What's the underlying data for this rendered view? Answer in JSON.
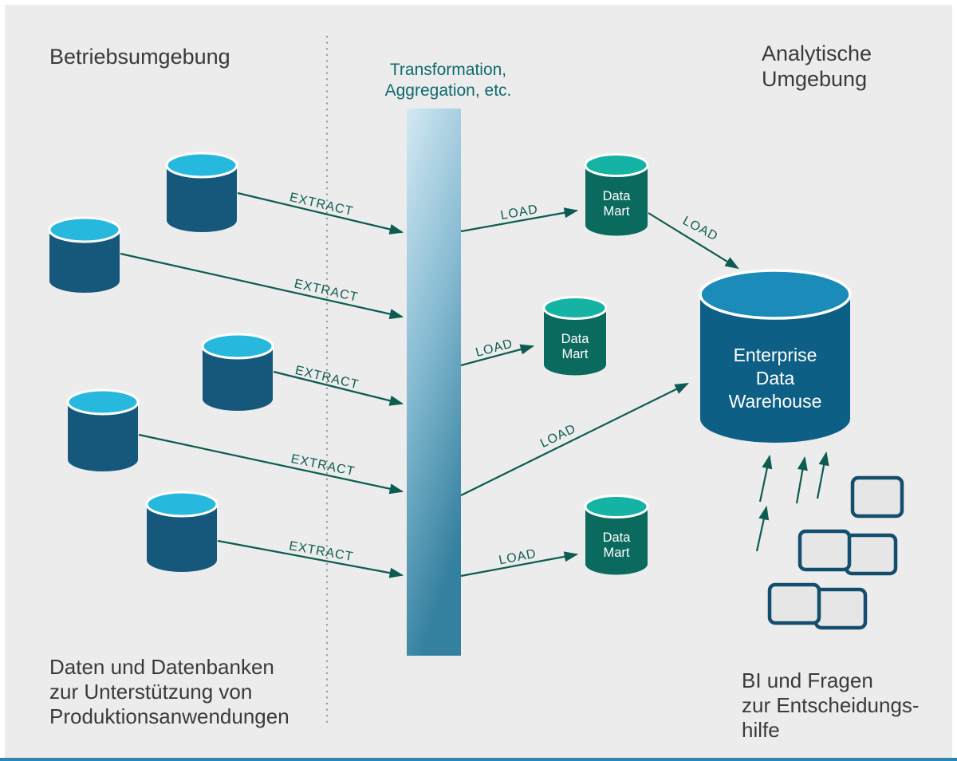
{
  "titles": {
    "left": "Betriebsumgebung",
    "center": [
      "Transformation,",
      "Aggregation, etc."
    ],
    "right": [
      "Analytische",
      "Umgebung"
    ]
  },
  "captions": {
    "left": [
      "Daten und Datenbanken",
      "zur Unterstützung von",
      "Produktionsanwendungen"
    ],
    "right": [
      "BI und Fragen",
      "zur Entscheidungs-",
      "hilfe"
    ]
  },
  "flow_labels": {
    "extract": "EXTRACT",
    "load": "LOAD"
  },
  "nodes": {
    "data_mart": [
      "Data",
      "Mart"
    ],
    "warehouse": [
      "Enterprise",
      "Data",
      "Warehouse"
    ],
    "source_database_count": 5,
    "data_mart_count": 3,
    "bi_screen_count": 5
  },
  "icons": {
    "source_database": "database-cylinder-icon",
    "data_mart": "database-cylinder-icon",
    "warehouse": "database-cylinder-icon",
    "bi_screen": "report-screen-icon"
  },
  "colors": {
    "background": "#ececec",
    "source_db_body": "#15587c",
    "source_db_top": "#27b8dd",
    "data_mart_body": "#0b6a5e",
    "data_mart_top": "#14b3a4",
    "warehouse_body": "#0e5f86",
    "warehouse_top": "#1b8cba",
    "arrow": "#0d5c52",
    "heading_text": "#3a3a3a",
    "transform_text": "#0f6a70",
    "bar_gradient_top": "#d3e9f3",
    "bar_gradient_bottom": "#34809f",
    "screen_border": "#134e6e",
    "bottom_rule": "#2a85b5",
    "dotted_line": "#9b9b9b"
  }
}
